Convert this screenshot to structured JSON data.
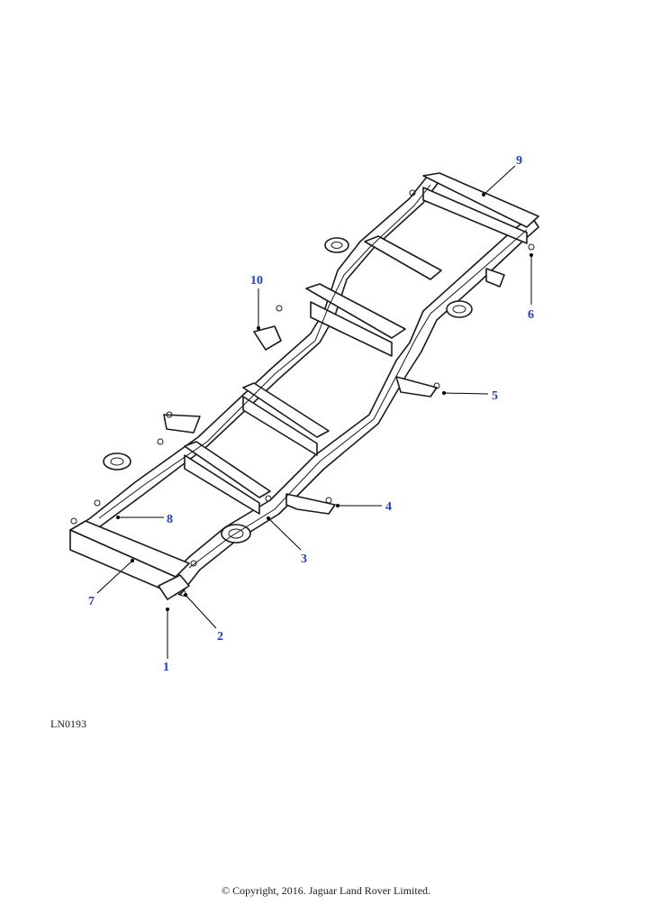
{
  "diagram": {
    "reference_code": "LN0193",
    "copyright": "© Copyright, 2016. Jaguar Land Rover Limited.",
    "callouts": [
      {
        "id": "1",
        "label": "1"
      },
      {
        "id": "2",
        "label": "2"
      },
      {
        "id": "3",
        "label": "3"
      },
      {
        "id": "4",
        "label": "4"
      },
      {
        "id": "5",
        "label": "5"
      },
      {
        "id": "6",
        "label": "6"
      },
      {
        "id": "7",
        "label": "7"
      },
      {
        "id": "8",
        "label": "8"
      },
      {
        "id": "9",
        "label": "9"
      },
      {
        "id": "10",
        "label": "10"
      }
    ],
    "colors": {
      "callout": "#1f3fbf",
      "line": "#1a1a1a"
    }
  }
}
